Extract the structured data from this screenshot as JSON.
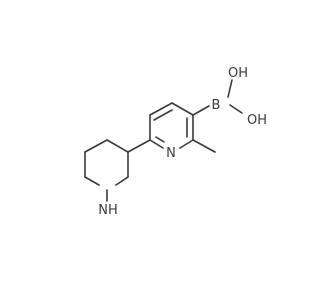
{
  "atoms": {
    "boron": "B",
    "hydroxyl_upper": "OH",
    "hydroxyl_lower": "OH",
    "pyridine_nitrogen": "N",
    "piperidine_nh": "NH"
  }
}
